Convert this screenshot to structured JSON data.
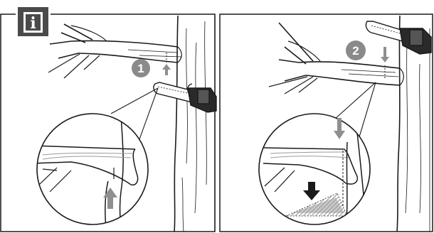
{
  "info_badge": {
    "letter": "i",
    "background": "#4a4a4a",
    "letter_color": "#ffffff"
  },
  "panels": [
    {
      "step_number": "1",
      "badge_color": "#8a8a8a",
      "cut_direction": "upward",
      "description_icon": "upward-arrow"
    },
    {
      "step_number": "2",
      "badge_color": "#8a8a8a",
      "cut_direction": "downward",
      "description_icon": "downward-arrow"
    }
  ],
  "colors": {
    "line": "#1a1a1a",
    "arrow": "#8f8f8f",
    "falling_wedge": "#7d7d7d",
    "dark_arrow": "#1a1a1a"
  }
}
